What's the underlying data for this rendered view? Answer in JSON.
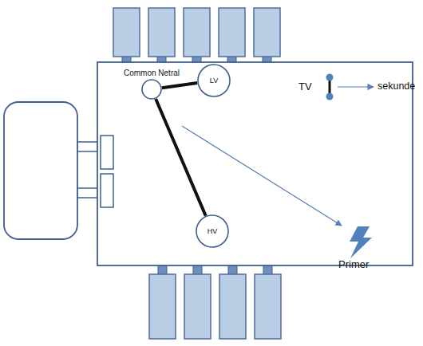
{
  "diagram": {
    "nodes": [
      {
        "text": [
          "Common Netral"
        ]
      },
      {
        "text": [
          "LV"
        ]
      },
      {
        "text": [
          "HV"
        ]
      }
    ],
    "edges": [
      {
        "from": 0,
        "to": 1,
        "arrow": "none"
      },
      {
        "from": 0,
        "to": 2,
        "arrow": "none"
      }
    ],
    "labels": [
      "TV",
      "sekunde",
      "Primer"
    ]
  }
}
